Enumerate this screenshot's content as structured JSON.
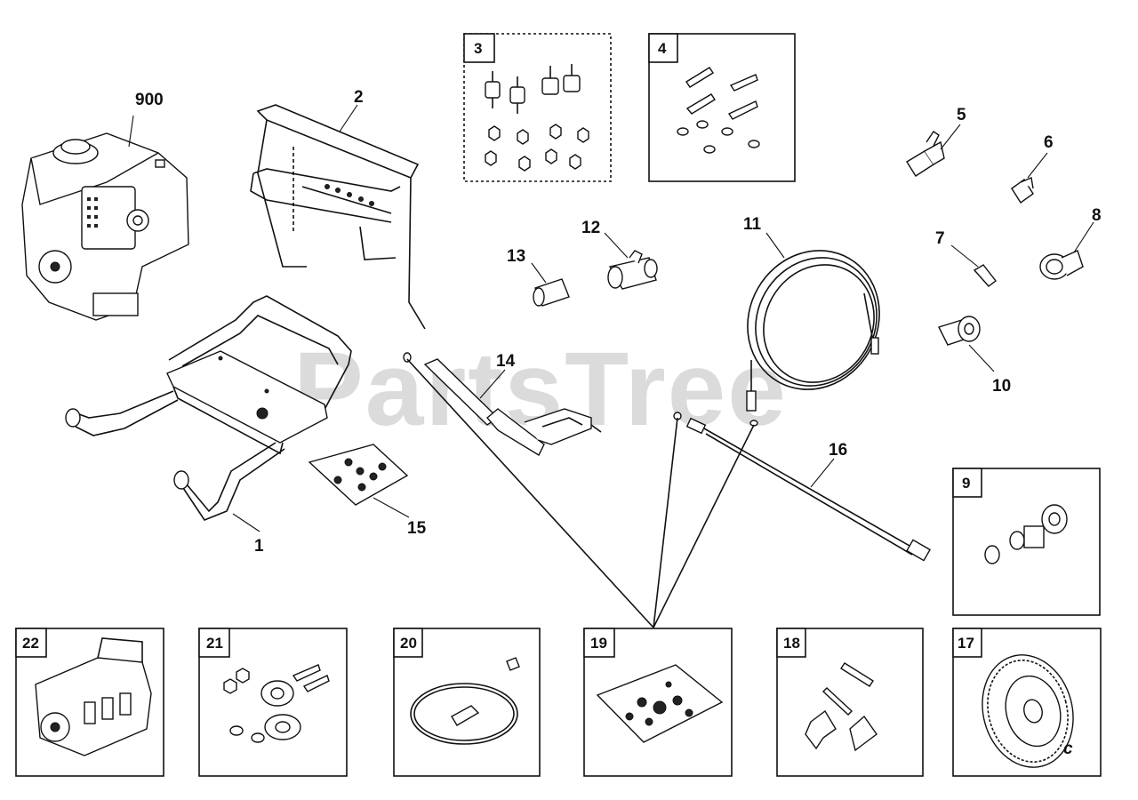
{
  "watermark": "PartsTree",
  "callouts": {
    "c900": "900",
    "c1": "1",
    "c2": "2",
    "c5": "5",
    "c6": "6",
    "c7": "7",
    "c8": "8",
    "c10": "10",
    "c11": "11",
    "c12": "12",
    "c13": "13",
    "c14": "14",
    "c15": "15",
    "c16": "16"
  },
  "boxes": {
    "b3": "3",
    "b4": "4",
    "b9": "9",
    "b17": "17",
    "b18": "18",
    "b19": "19",
    "b20": "20",
    "b21": "21",
    "b22": "22"
  },
  "corner_mark": "c"
}
